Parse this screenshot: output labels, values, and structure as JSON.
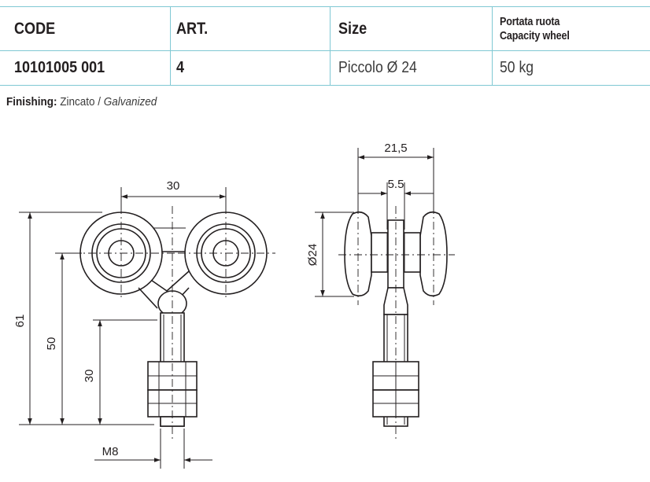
{
  "table": {
    "headers": {
      "code": "CODE",
      "art": "ART.",
      "size": "Size",
      "capacity_it": "Portata ruota",
      "capacity_en": "Capacity wheel"
    },
    "row": {
      "code": "10101005 001",
      "art": "4",
      "size": "Piccolo Ø 24",
      "capacity": "50 kg"
    },
    "accent_color": "#7fc8d3"
  },
  "finishing": {
    "label": "Finishing:",
    "value_it": "Zincato /",
    "value_en": "Galvanized"
  },
  "drawing": {
    "front": {
      "width_dim": "30",
      "height_total": "61",
      "height_mid": "50",
      "height_low": "30",
      "thread": "M8"
    },
    "side": {
      "outer_width": "21,5",
      "inner_width": "5.5",
      "diameter": "Ø24"
    }
  }
}
